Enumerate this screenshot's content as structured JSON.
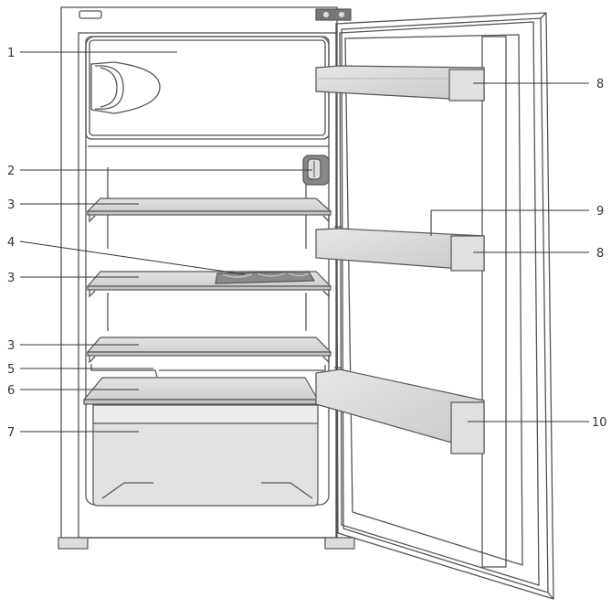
{
  "colors": {
    "outline": "#555555",
    "shelf_top": "#dcdcdc",
    "shelf_edge": "#c4c4c4",
    "crisper": "#e2e2e2",
    "door_panel": "#ffffff",
    "door_bin": "#d8d8d8",
    "callout_text": "#333333"
  },
  "icons": {
    "thermostat": "thermostat-knob-icon",
    "light": "interior-light-icon"
  },
  "callouts": {
    "c1": "1",
    "c2": "2",
    "c3a": "3",
    "c3b": "3",
    "c3c": "3",
    "c4": "4",
    "c5": "5",
    "c6": "6",
    "c7": "7",
    "c8a": "8",
    "c8b": "8",
    "c9": "9",
    "c10": "10"
  }
}
